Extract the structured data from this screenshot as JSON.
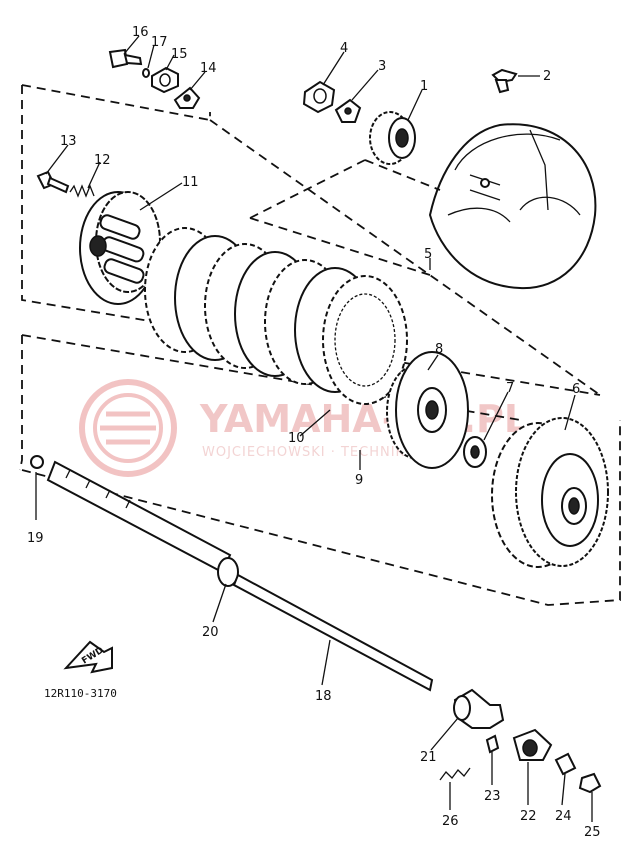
{
  "callouts": {
    "n1": "1",
    "n2": "2",
    "n3": "3",
    "n4": "4",
    "n5": "5",
    "n6": "6",
    "n7": "7",
    "n8": "8",
    "n9": "9",
    "n10": "10",
    "n11": "11",
    "n12": "12",
    "n13": "13",
    "n14": "14",
    "n15": "15",
    "n16": "16",
    "n17": "17",
    "n18": "18",
    "n19": "19",
    "n20": "20",
    "n21": "21",
    "n22": "22",
    "n23": "23",
    "n24": "24",
    "n25": "25",
    "n26": "26"
  },
  "drawing_code": "12R110-3170",
  "fwd_label": "FWD",
  "watermark": {
    "main": "YAMAHA-ON.PL",
    "sub": "WOJCIECHOWSKI · TECHNIKAPLAM"
  }
}
